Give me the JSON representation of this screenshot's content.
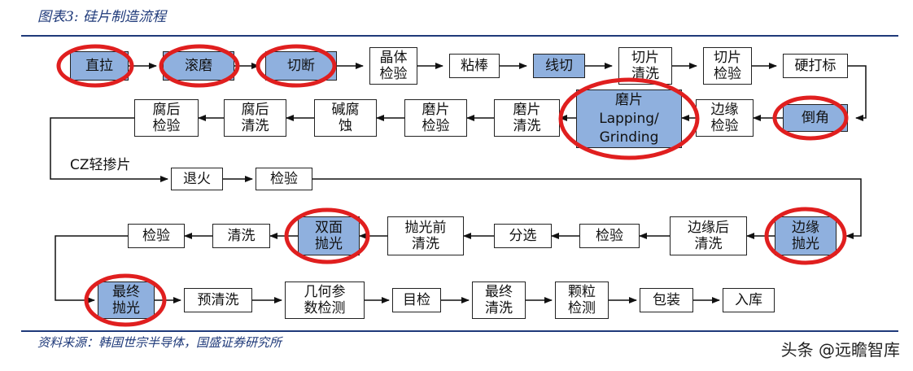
{
  "figure_title": "图表3: 硅片制造流程",
  "source_note": "资料来源：韩国世宗半导体，国盛证券研究所",
  "watermark": "头条 @远瞻智库",
  "note_cz": "CZ轻掺片",
  "colors": {
    "highlight": "#8fb0de",
    "circle": "#e01f1f",
    "rule": "#1f3a7a"
  },
  "steps": {
    "s1": "直拉",
    "s2": "滚磨",
    "s3": "切断",
    "s4": "晶体\n检验",
    "s5": "粘棒",
    "s6": "线切",
    "s7": "切片\n清洗",
    "s8": "切片\n检验",
    "s9": "硬打标",
    "s10": "倒角",
    "s11": "边缘\n检验",
    "s12": "磨片\nLapping/\nGrinding",
    "s13": "磨片\n清洗",
    "s14": "磨片\n检验",
    "s15": "碱腐\n蚀",
    "s16": "腐后\n清洗",
    "s17": "腐后\n检验",
    "s18": "退火",
    "s19": "检验",
    "s20": "边缘\n抛光",
    "s21": "边缘后\n清洗",
    "s22": "检验",
    "s23": "分选",
    "s24": "抛光前\n清洗",
    "s25": "双面\n抛光",
    "s26": "清洗",
    "s27": "检验",
    "s28": "最终\n抛光",
    "s29": "预清洗",
    "s30": "几何参\n数检测",
    "s31": "目检",
    "s32": "最终\n清洗",
    "s33": "颗粒\n检测",
    "s34": "包装",
    "s35": "入库"
  }
}
